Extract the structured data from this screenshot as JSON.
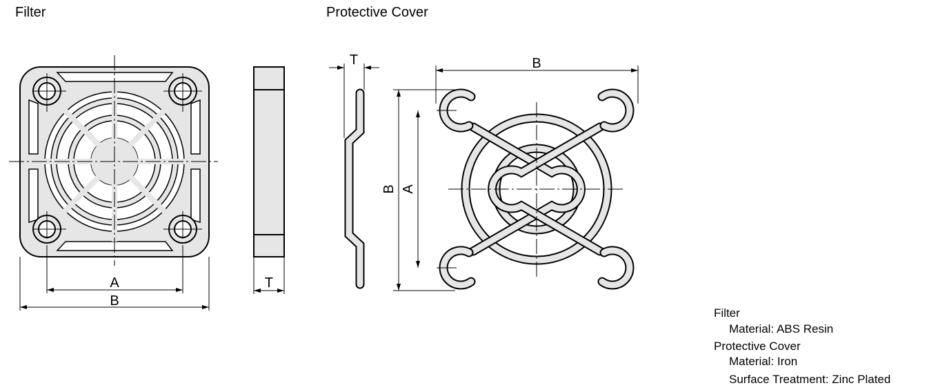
{
  "titles": {
    "filter": "Filter",
    "cover": "Protective Cover"
  },
  "dims": {
    "a": "A",
    "b": "B",
    "t": "T"
  },
  "notes": {
    "filter_heading": "Filter",
    "filter_material": "Material: ABS Resin",
    "cover_heading": "Protective Cover",
    "cover_material": "Material: Iron",
    "cover_surface": "Surface Treatment: Zinc Plated"
  },
  "colors": {
    "fill": "#e6e6e6",
    "line": "#000000"
  }
}
